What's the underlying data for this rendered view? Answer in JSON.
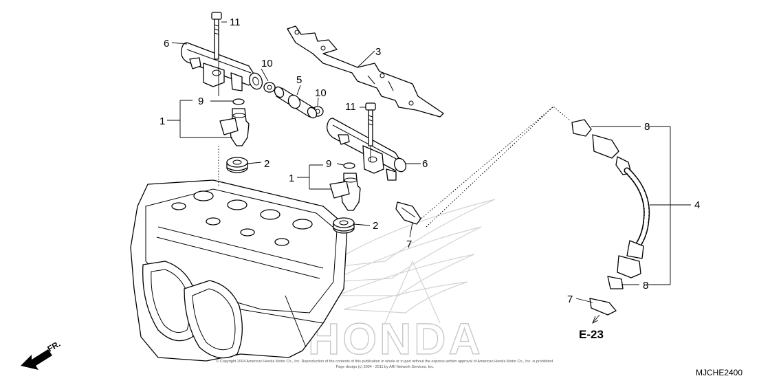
{
  "callouts": {
    "c1a": "1",
    "c1b": "1",
    "c2a": "2",
    "c2b": "2",
    "c3": "3",
    "c4": "4",
    "c5": "5",
    "c6a": "6",
    "c6b": "6",
    "c7a": "7",
    "c7b": "7",
    "c8a": "8",
    "c8b": "8",
    "c9a": "9",
    "c9b": "9",
    "c10a": "10",
    "c10b": "10",
    "c11a": "11",
    "c11b": "11"
  },
  "reference": "E-23",
  "front_label": "FR.",
  "diagram_code": "MJCHE2400",
  "copyright_line1": "© Copyright 2004 American Honda Motor Co., Inc. Reproduction of the contents of this publication in whole or in part without the express written approval of American Honda Motor Co., Inc. is prohibited.",
  "copyright_line2": "Page design (c) 2004 - 2011 by ARI Network Services, Inc.",
  "watermark": "HONDA"
}
